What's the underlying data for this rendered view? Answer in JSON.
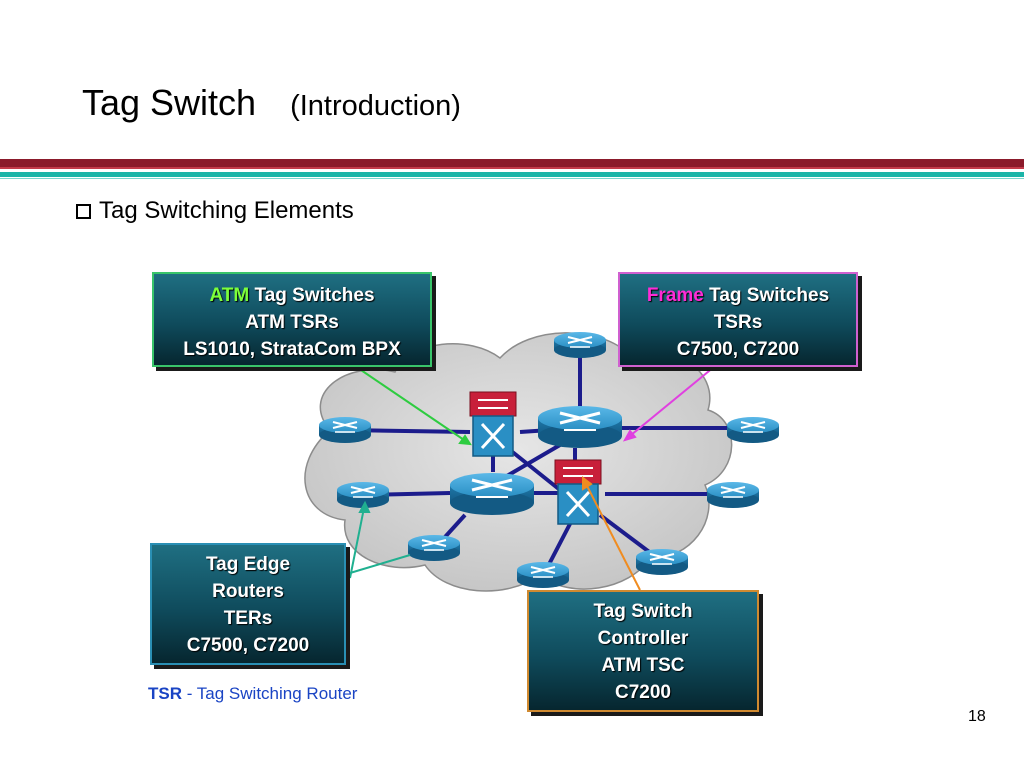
{
  "title": {
    "main": "Tag Switch",
    "sub": "(Introduction)"
  },
  "bullet": {
    "text": "Tag Switching Elements"
  },
  "callouts": {
    "atm": {
      "highlight": "ATM",
      "rest": " Tag Switches",
      "line2": "ATM TSRs",
      "line3": "LS1010, StrataCom BPX"
    },
    "frame": {
      "highlight": "Frame",
      "rest": " Tag Switches",
      "line2": "TSRs",
      "line3": "C7500, C7200"
    },
    "edge": {
      "line1": "Tag Edge",
      "line2": "Routers",
      "line3": "TERs",
      "line4": "C7500, C7200"
    },
    "controller": {
      "line1": "Tag Switch",
      "line2": "Controller",
      "line3": "ATM TSC",
      "line4": "C7200"
    }
  },
  "legend": {
    "term": "TSR",
    "definition": " - Tag Switching Router"
  },
  "page_number": "18",
  "colors": {
    "rule_dark_red": "#8b1a2b",
    "rule_teal": "#1ab5a8",
    "router_blue": "#2a8fc4",
    "switch_red": "#c8203a",
    "link_navy": "#1c1c8c",
    "arrow_green": "#2ecc40",
    "arrow_magenta": "#e040e0",
    "arrow_teal": "#20b090",
    "arrow_orange": "#f08c20"
  }
}
